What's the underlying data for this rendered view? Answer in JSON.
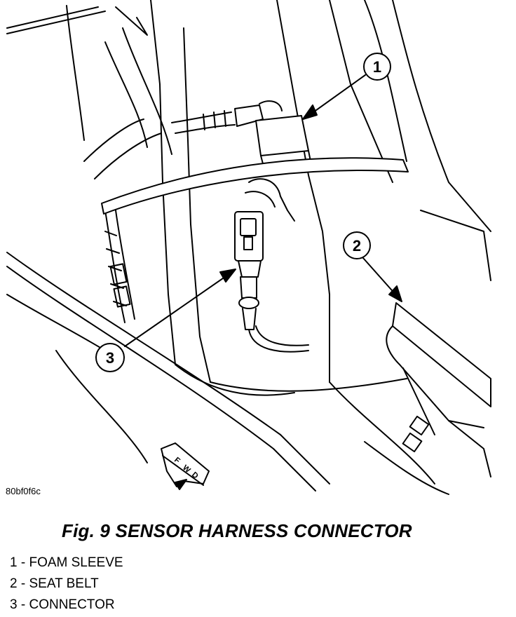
{
  "figure": {
    "ref_code": "80bf0f6c",
    "title": "Fig. 9 SENSOR HARNESS CONNECTOR"
  },
  "callouts": [
    {
      "number": "1",
      "label": "FOAM SLEEVE"
    },
    {
      "number": "2",
      "label": "SEAT BELT"
    },
    {
      "number": "3",
      "label": "CONNECTOR"
    }
  ],
  "legend": [
    {
      "number": "1",
      "separator": "-",
      "label": "FOAM SLEEVE"
    },
    {
      "number": "2",
      "separator": "-",
      "label": "SEAT BELT"
    },
    {
      "number": "3",
      "separator": "-",
      "label": "CONNECTOR"
    }
  ],
  "direction_tag": {
    "letters": [
      "F",
      "W",
      "D"
    ]
  }
}
